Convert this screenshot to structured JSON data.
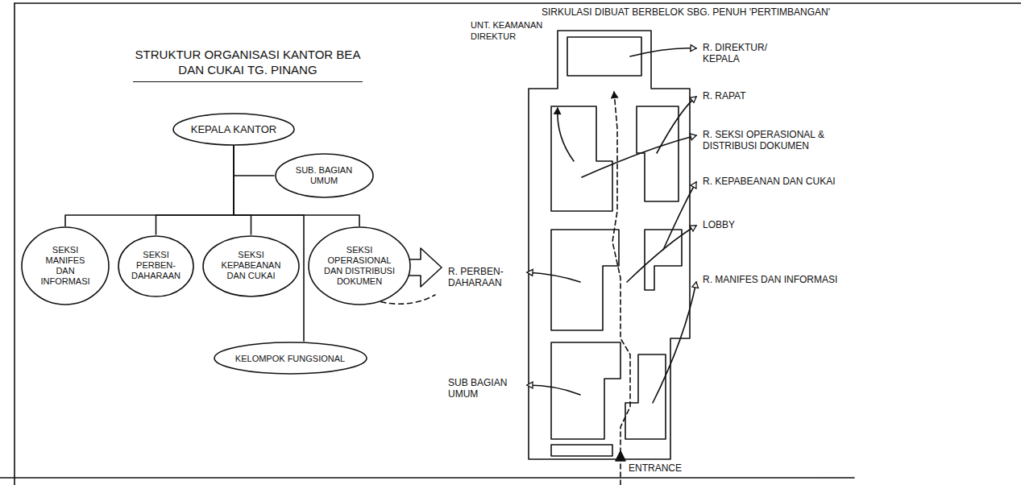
{
  "diagram": {
    "title": "STRUKTUR ORGANISASI KANTOR BEA DAN CUKAI TG. PINANG",
    "nodes": [
      {
        "text": [
          "KEPALA KANTOR"
        ]
      },
      {
        "text": [
          "SUB. BAGIAN UMUM"
        ]
      },
      {
        "text": [
          "SEKSI MANIFES DAN INFORMASI"
        ]
      },
      {
        "text": [
          "SEKSI PERBEN- DAHARAAN"
        ]
      },
      {
        "text": [
          "SEKSI KEPABEANAN DAN CUKAI"
        ]
      },
      {
        "text": [
          "SEKSI OPERASIONAL DAN DISTRIBUSI DOKUMEN"
        ]
      },
      {
        "text": [
          "KELOMPOK FUNGSIONAL"
        ]
      }
    ],
    "edges": [
      {
        "from": 0,
        "to": 1,
        "arrow": "none"
      },
      {
        "from": 0,
        "to": 2,
        "arrow": "none"
      },
      {
        "from": 0,
        "to": 3,
        "arrow": "none"
      },
      {
        "from": 0,
        "to": 4,
        "arrow": "none"
      },
      {
        "from": 0,
        "to": 5,
        "arrow": "none"
      },
      {
        "from": 0,
        "to": 6,
        "arrow": "none"
      }
    ],
    "labels": [
      "SIRKULASI DIBUAT BERBELOK SBG. PENUH 'PERTIMBANGAN'",
      "UNT. KEAMANAN DIREKTUR",
      "R. DIREKTUR/ KEPALA",
      "R. RAPAT",
      "R. SEKSI OPERASIONAL & DISTRIBUSI DOKUMEN",
      "R. KEPABEANAN DAN CUKAI",
      "LOBBY",
      "R. MANIFES DAN INFORMASI",
      "R. PERBEN- DAHARAAN",
      "SUB BAGIAN UMUM",
      "ENTRANCE"
    ]
  }
}
